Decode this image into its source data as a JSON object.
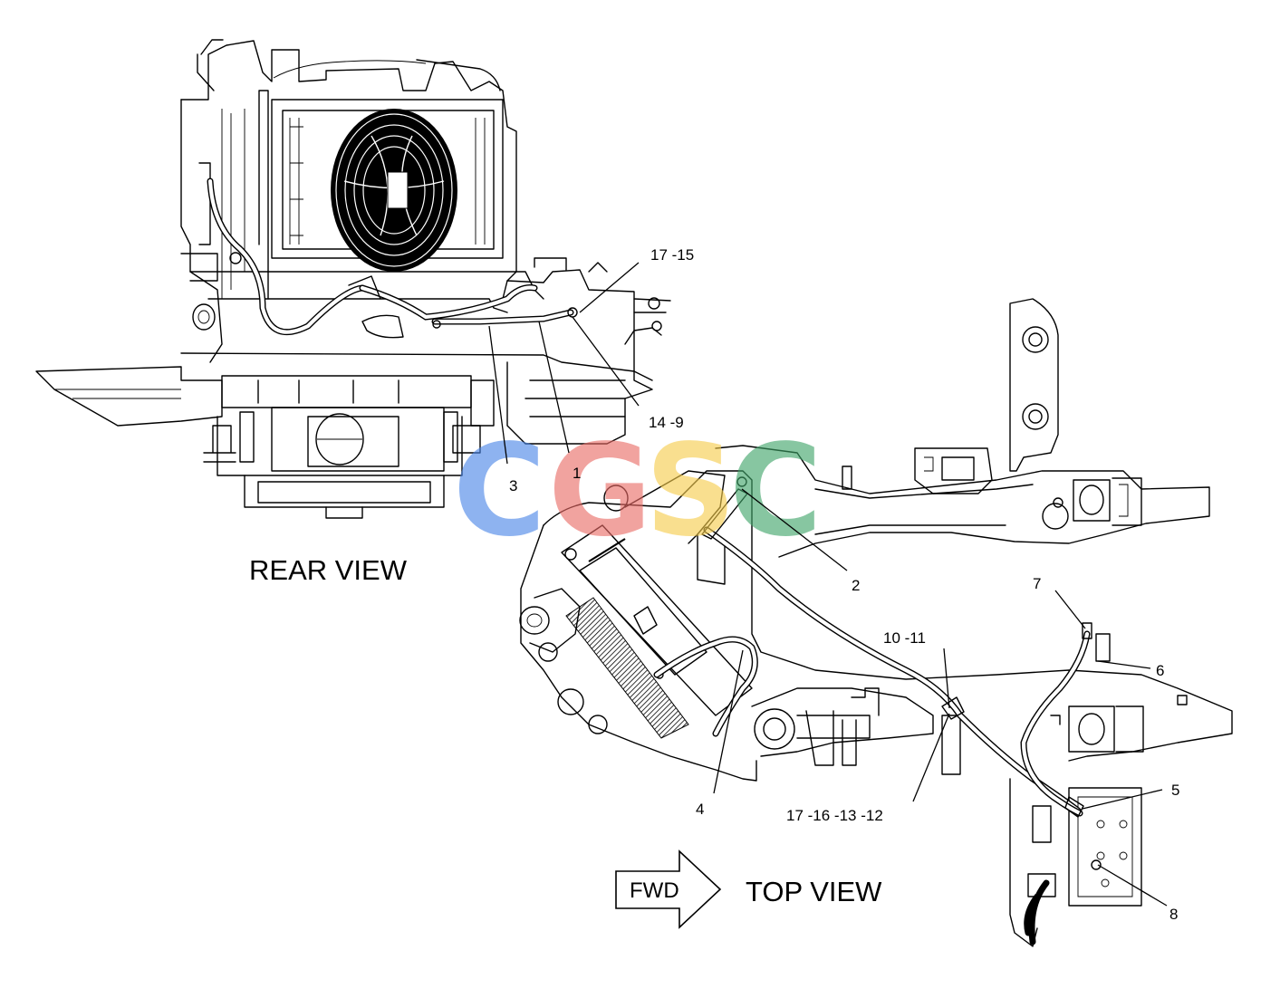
{
  "labels": {
    "rear_view": "REAR VIEW",
    "top_view": "TOP VIEW",
    "fwd": "FWD"
  },
  "callouts": {
    "c17_15": "17 -15",
    "c14_9": "14 -9",
    "c3": "3",
    "c1": "1",
    "c2": "2",
    "c7": "7",
    "c6": "6",
    "c10_11": "10 -11",
    "c4": "4",
    "c17_16_13_12": "17 -16 -13 -12",
    "c5": "5",
    "c8": "8"
  },
  "watermark": {
    "letters": [
      "C",
      "G",
      "S",
      "C"
    ],
    "colors": [
      "#4a86e8",
      "#ea6b66",
      "#f6cc4b",
      "#3fa468"
    ]
  }
}
